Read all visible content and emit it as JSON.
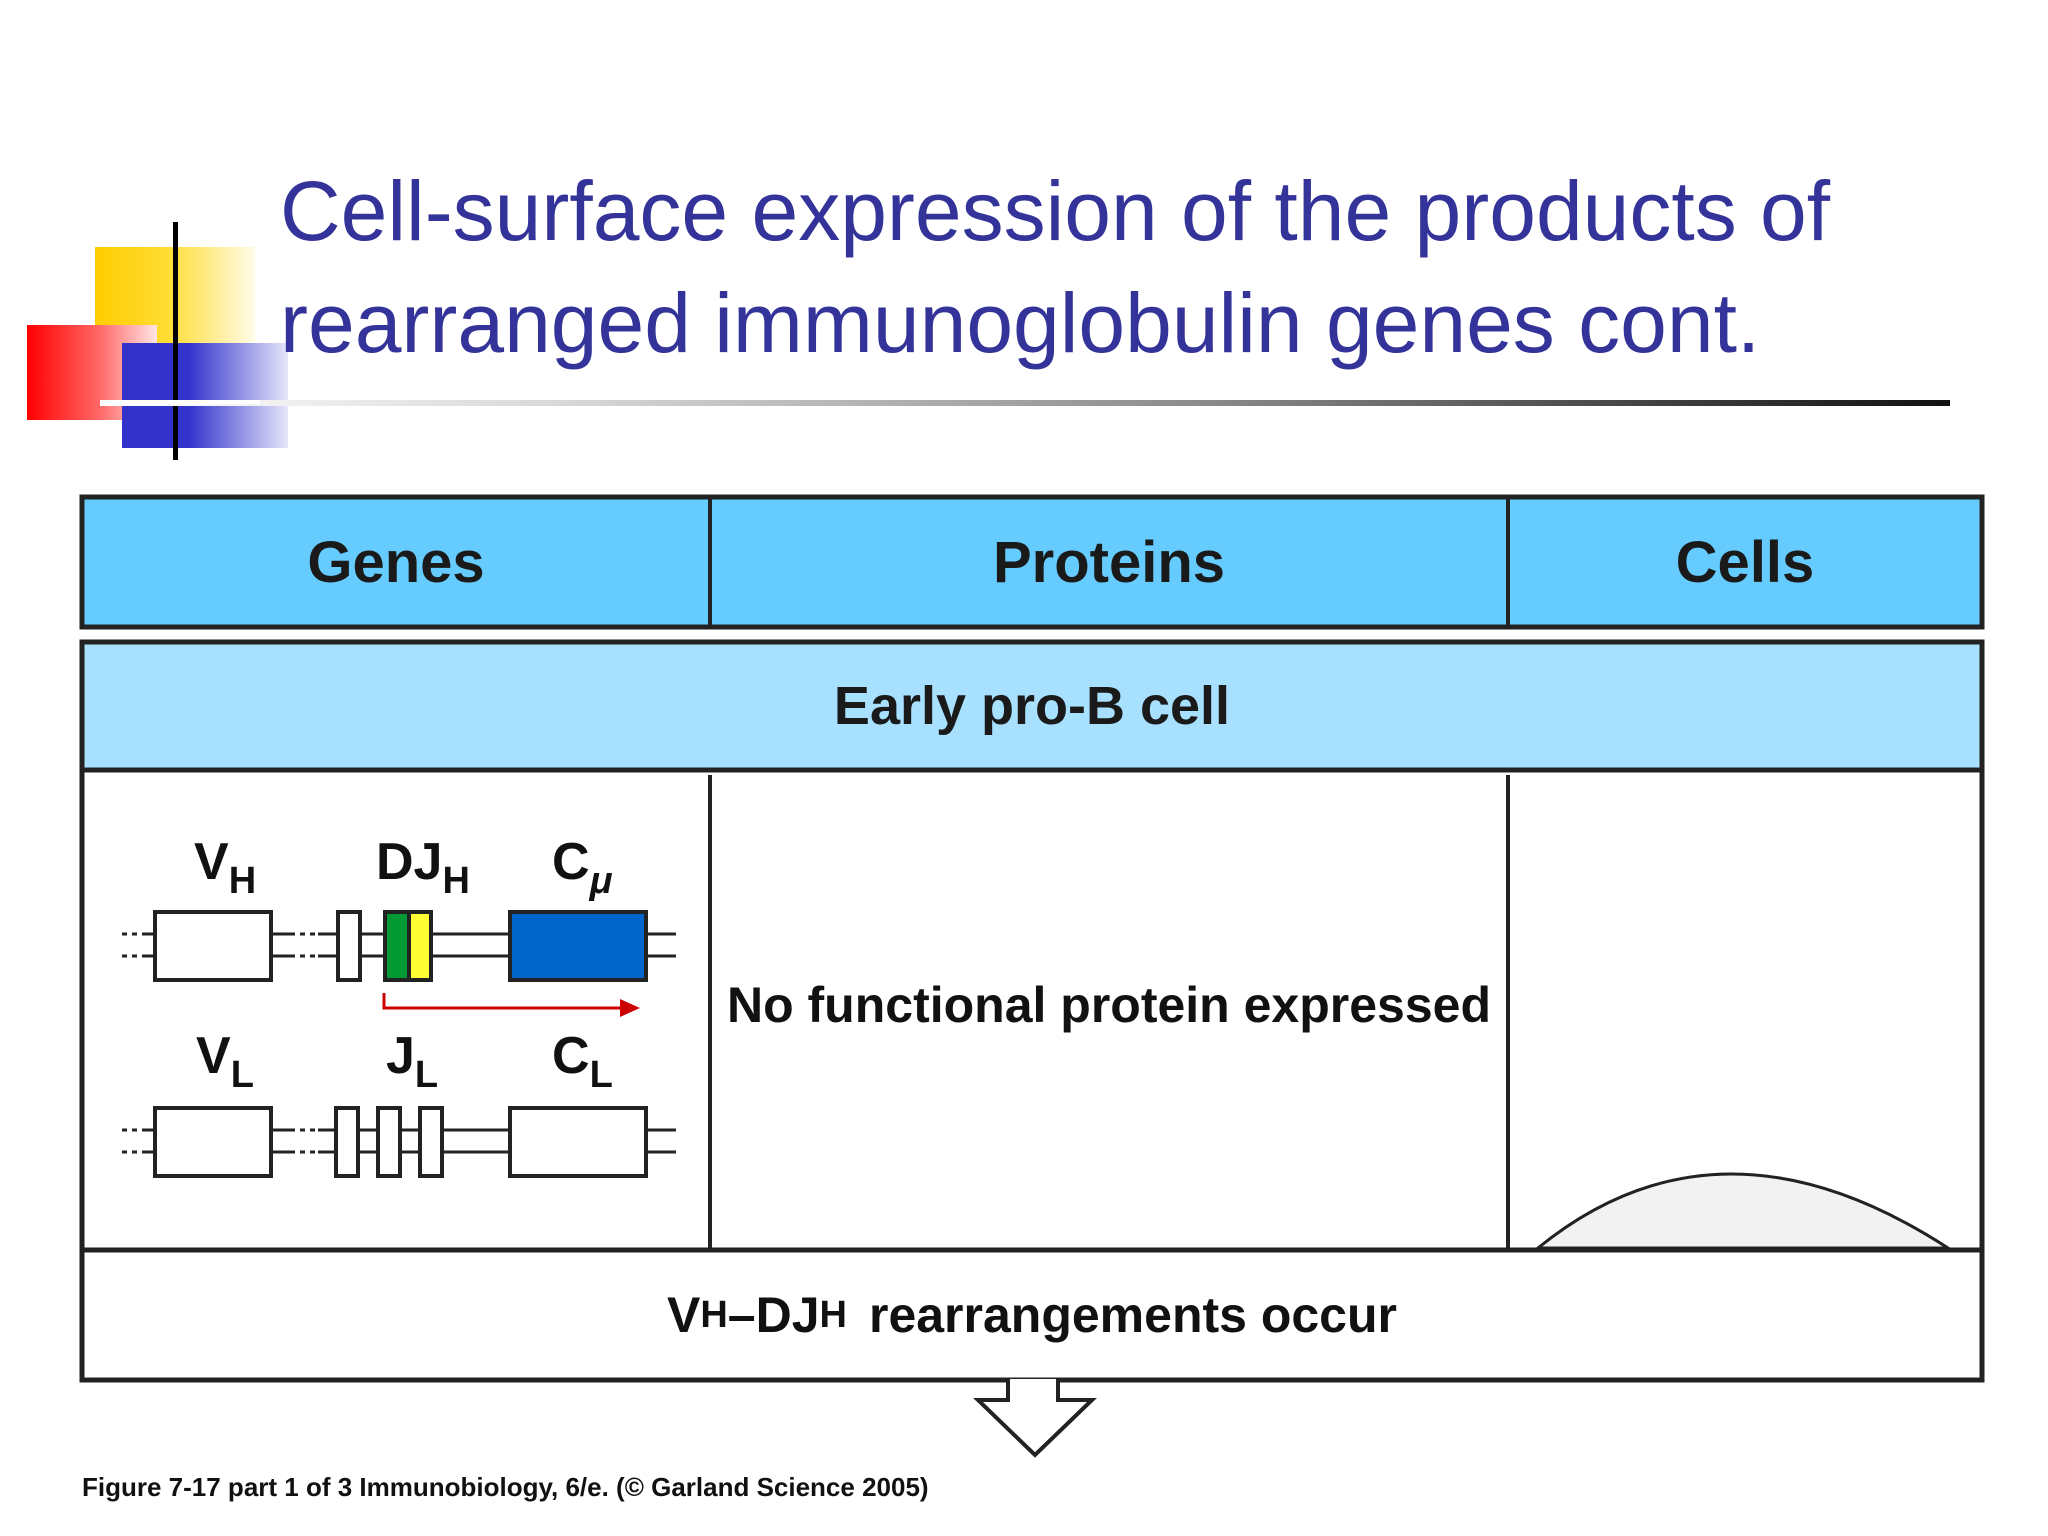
{
  "title": {
    "line1": "Cell-surface expression of the products of",
    "line2": "rearranged immunoglobulin genes cont."
  },
  "table": {
    "headers": [
      "Genes",
      "Proteins",
      "Cells"
    ],
    "stage": "Early pro-B cell",
    "proteins_text": "No functional protein expressed",
    "footer": {
      "v": "V",
      "v_sub": "H",
      "dash": "–",
      "dj": "DJ",
      "dj_sub": "H",
      "text": "rearrangements occur"
    }
  },
  "genes": {
    "heavy": [
      {
        "main": "V",
        "sub": "H"
      },
      {
        "main": "DJ",
        "sub": "H"
      },
      {
        "main": "C",
        "sub": "μ"
      }
    ],
    "light": [
      {
        "main": "V",
        "sub": "L"
      },
      {
        "main": "J",
        "sub": "L"
      },
      {
        "main": "C",
        "sub": "L"
      }
    ]
  },
  "colors": {
    "header_bg": "#66ccff",
    "stage_bg": "#a8e1ff",
    "c_mu_segment": "#0066cc",
    "d_segment": "#009933",
    "j_segment": "#ffff33",
    "transcript_arrow": "#cc0000",
    "cell_fill": "#f2f2f2",
    "title": "#333399"
  },
  "caption": "Figure 7-17 part 1 of 3  Immunobiology, 6/e. (© Garland Science 2005)"
}
